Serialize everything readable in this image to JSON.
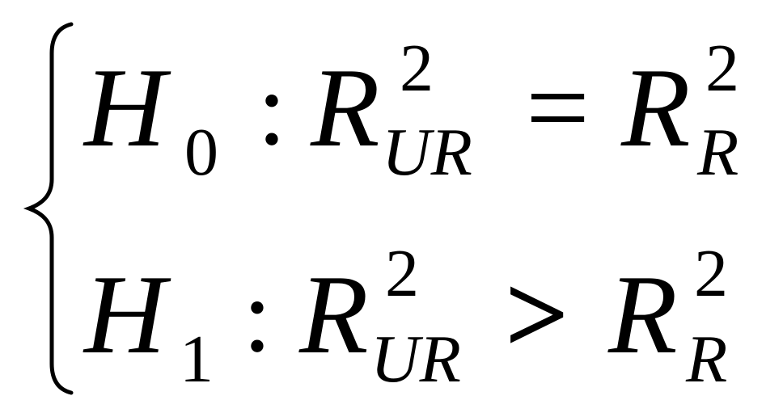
{
  "system": {
    "hypotheses": [
      {
        "symbol": "H",
        "index": "0",
        "separator": ":",
        "lhs_base": "R",
        "lhs_sup": "2",
        "lhs_sub": "UR",
        "relation": "=",
        "rhs_base": "R",
        "rhs_sup": "2",
        "rhs_sub": "R"
      },
      {
        "symbol": "H",
        "index": "1",
        "separator": ":",
        "lhs_base": "R",
        "lhs_sup": "2",
        "lhs_sub": "UR",
        "relation": ">",
        "rhs_base": "R",
        "rhs_sup": "2",
        "rhs_sub": "R"
      }
    ]
  }
}
